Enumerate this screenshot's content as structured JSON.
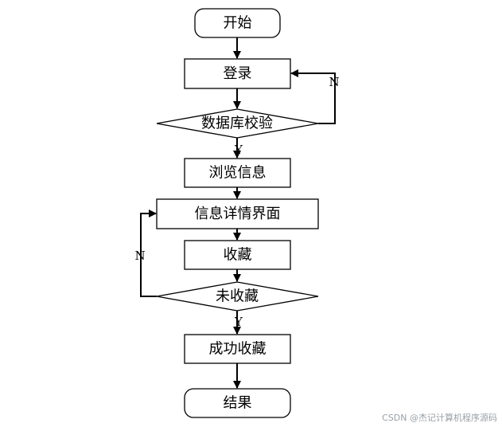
{
  "flowchart": {
    "nodes": [
      {
        "id": "start",
        "shape": "terminator",
        "label": "开始"
      },
      {
        "id": "login",
        "shape": "process",
        "label": "登录"
      },
      {
        "id": "db_check",
        "shape": "decision",
        "label": "数据库校验"
      },
      {
        "id": "browse",
        "shape": "process",
        "label": "浏览信息"
      },
      {
        "id": "detail",
        "shape": "process",
        "label": "信息详情界面"
      },
      {
        "id": "collect",
        "shape": "process",
        "label": "收藏"
      },
      {
        "id": "not_collected",
        "shape": "decision",
        "label": "未收藏"
      },
      {
        "id": "success",
        "shape": "process",
        "label": "成功收藏"
      },
      {
        "id": "end",
        "shape": "terminator",
        "label": "结果"
      }
    ],
    "edges": [
      {
        "from": "start",
        "to": "login",
        "label": ""
      },
      {
        "from": "login",
        "to": "db_check",
        "label": ""
      },
      {
        "from": "db_check",
        "to": "browse",
        "label": "Y"
      },
      {
        "from": "db_check",
        "to": "login",
        "label": "N"
      },
      {
        "from": "browse",
        "to": "detail",
        "label": ""
      },
      {
        "from": "detail",
        "to": "collect",
        "label": ""
      },
      {
        "from": "collect",
        "to": "not_collected",
        "label": ""
      },
      {
        "from": "not_collected",
        "to": "success",
        "label": "Y"
      },
      {
        "from": "not_collected",
        "to": "detail",
        "label": "N"
      },
      {
        "from": "success",
        "to": "end",
        "label": ""
      }
    ]
  },
  "watermark": "CSDN @杰记计算机程序源码"
}
